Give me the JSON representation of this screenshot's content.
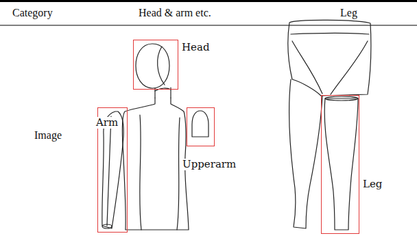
{
  "diagram": {
    "nodes": [
      {
        "text": [
          "Head"
        ]
      },
      {
        "text": [
          "Arm"
        ]
      },
      {
        "text": [
          "Upperarm"
        ]
      },
      {
        "text": [
          "Leg"
        ]
      }
    ],
    "labels": [
      "Category",
      "Head & arm etc.",
      "Leg",
      "Image"
    ]
  }
}
